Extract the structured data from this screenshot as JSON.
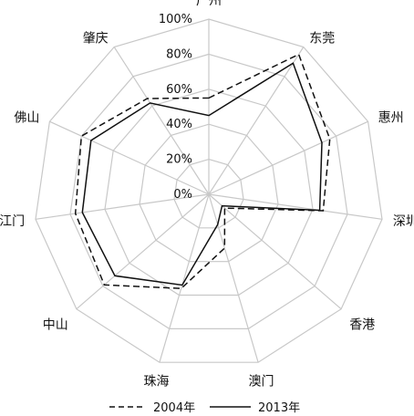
{
  "chart_data": {
    "type": "radar",
    "categories": [
      "广州",
      "东莞",
      "惠州",
      "深圳",
      "香港",
      "澳门",
      "珠海",
      "中山",
      "江门",
      "佛山",
      "肇庆"
    ],
    "rlim": [
      0,
      100
    ],
    "ticks": [
      "0%",
      "20%",
      "40%",
      "60%",
      "80%",
      "100%"
    ],
    "grid": true,
    "legend_position": "bottom",
    "series": [
      {
        "name": "2004年",
        "style": "dashed",
        "values": [
          55,
          95,
          76,
          66,
          12,
          32,
          56,
          79,
          77,
          80,
          65
        ]
      },
      {
        "name": "2013年",
        "style": "solid",
        "values": [
          45,
          89,
          71,
          64,
          10,
          18,
          54,
          71,
          73,
          74,
          62
        ]
      }
    ]
  },
  "colors": {
    "grid": "#c8c8c8",
    "series_line": "#111111",
    "text": "#111111"
  }
}
